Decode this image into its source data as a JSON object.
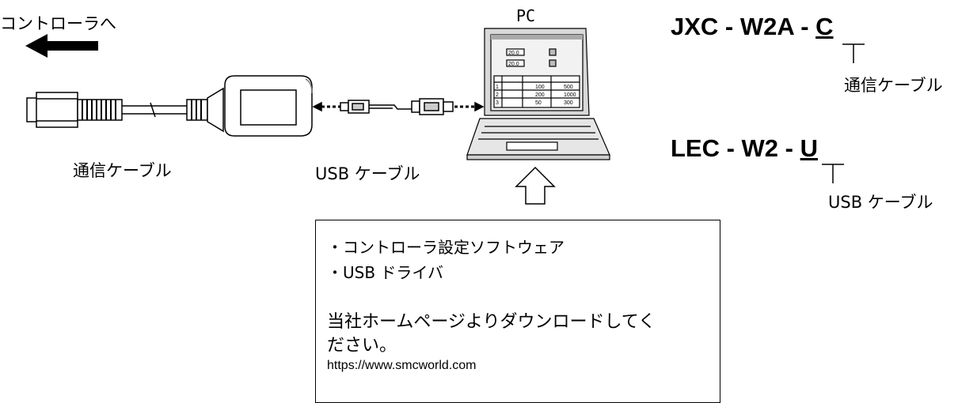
{
  "labels": {
    "to_controller": "コントローラへ",
    "pc": "PC",
    "comm_cable": "通信ケーブル",
    "usb_cable": "USB ケーブル"
  },
  "part_numbers": {
    "jxc": {
      "prefix": "JXC - W2A - ",
      "suffix": "C",
      "callout": "通信ケーブル"
    },
    "lec": {
      "prefix": "LEC - W2 - ",
      "suffix": "U",
      "callout": "USB ケーブル"
    }
  },
  "info": {
    "bullet1": "・コントローラ設定ソフトウェア",
    "bullet2": "・USB ドライバ",
    "download1": "当社ホームページよりダウンロードしてく",
    "download2": "ださい。",
    "url": "https://www.smcworld.com"
  },
  "pc_screen": {
    "rows": [
      "1",
      "2",
      "3"
    ],
    "row_values": [
      "100",
      "200",
      "50"
    ],
    "row_values2": [
      "500",
      "1000",
      "300"
    ],
    "field1": "20.0",
    "field2": "20.0"
  }
}
